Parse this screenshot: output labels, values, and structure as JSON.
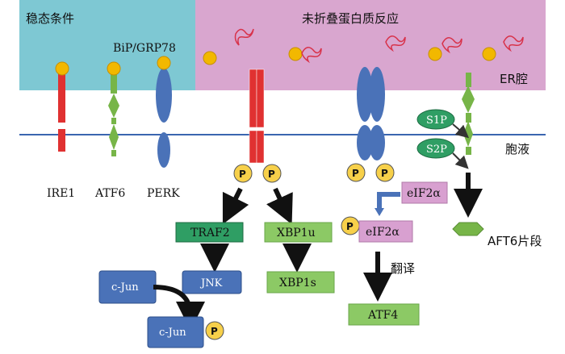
{
  "regions": {
    "steady_state": "稳态条件",
    "upr": "未折叠蛋白质反应",
    "er_lumen": "ER腔",
    "cytosol": "胞液"
  },
  "sensors": {
    "ire1": "IRE1",
    "atf6": "ATF6",
    "perk": "PERK",
    "bip": "BiP/GRP78"
  },
  "proteases": {
    "s1p": "S1P",
    "s2p": "S2P"
  },
  "phospho": "P",
  "nodes": {
    "traf2": "TRAF2",
    "jnk": "JNK",
    "cjun": "c-Jun",
    "cjun_p": "c-Jun",
    "xbp1u": "XBP1u",
    "xbp1s": "XBP1s",
    "eif2a_top": "eIF2α",
    "eif2a_p": "eIF2α",
    "atf4": "ATF4",
    "atf6_fragment": "AFT6片段",
    "translation": "翻译"
  },
  "colors": {
    "steady_bg": "#7ec8d3",
    "upr_bg": "#d9a6cf",
    "ire1": "#e03131",
    "atf6": "#77b548",
    "perk": "#4a72b8",
    "bip": "#f2b800",
    "phospho": "#f7d04a",
    "traf2": "#2f9e64",
    "xbp": "#8cc965",
    "eif2a": "#d8a0d0",
    "cjun": "#4a72b8",
    "membrane": "#3a66b0"
  }
}
